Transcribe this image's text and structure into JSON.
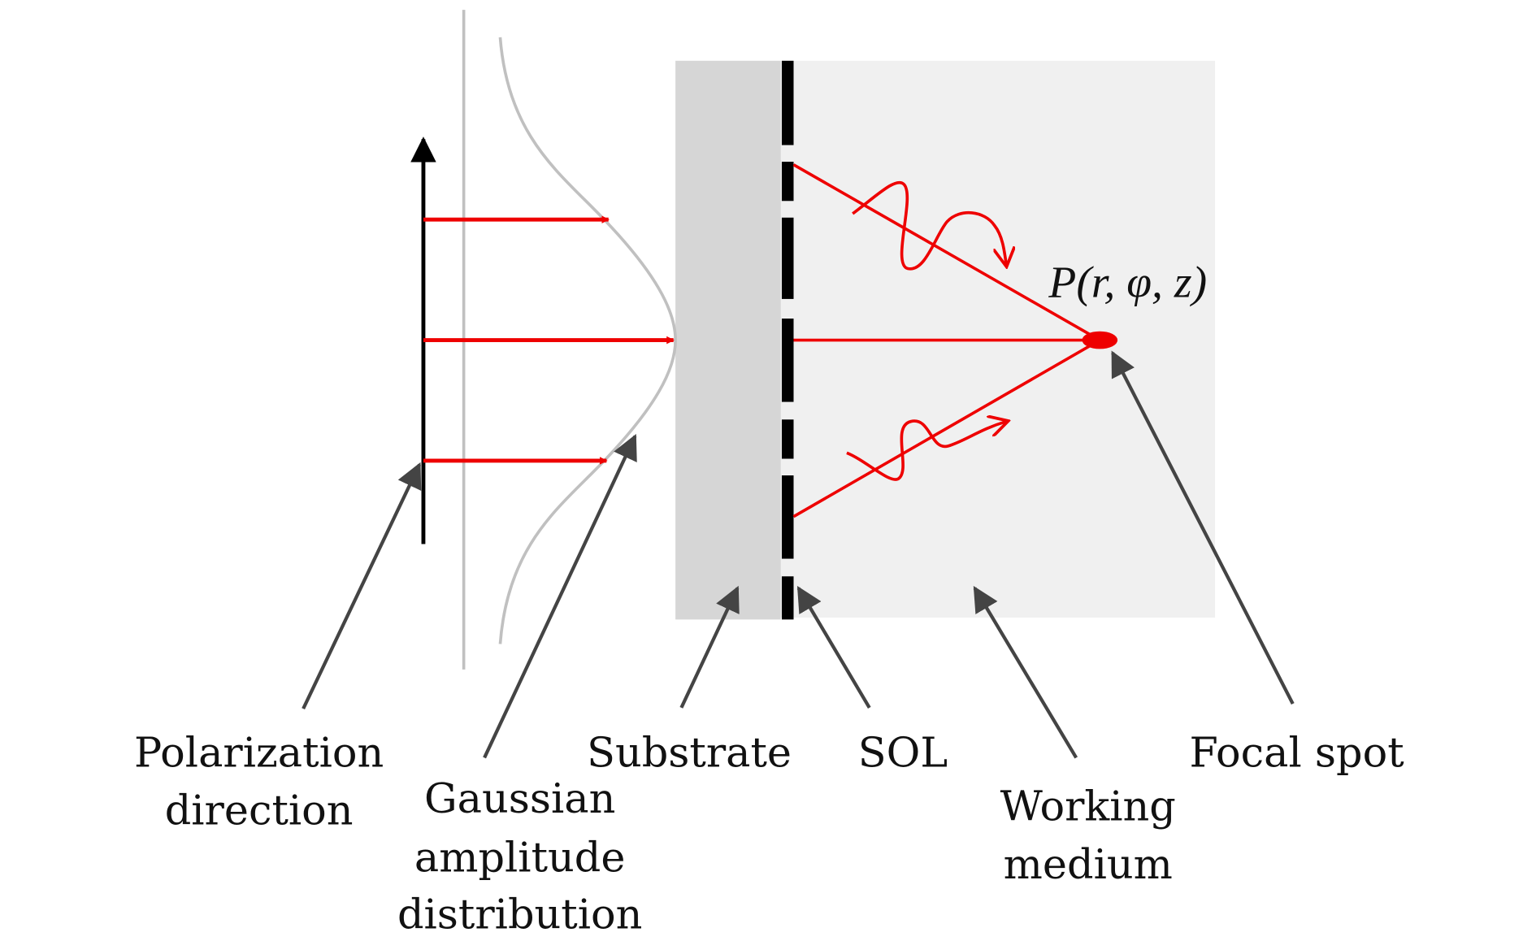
{
  "labels": {
    "polarization": [
      "Polarization",
      "direction"
    ],
    "gaussian": [
      "Gaussian",
      "amplitude",
      "distribution"
    ],
    "substrate": "Substrate",
    "sol": "SOL",
    "working_medium": [
      "Working",
      "medium"
    ],
    "focal_spot": "Focal spot",
    "point": "P(r, φ, z)"
  },
  "colors": {
    "beam": "#ee0000",
    "substrate": "#d6d6d6",
    "medium": "#f0f0f0",
    "sol": "#000000",
    "pointer": "#444444",
    "curve": "#c0c0c0"
  }
}
